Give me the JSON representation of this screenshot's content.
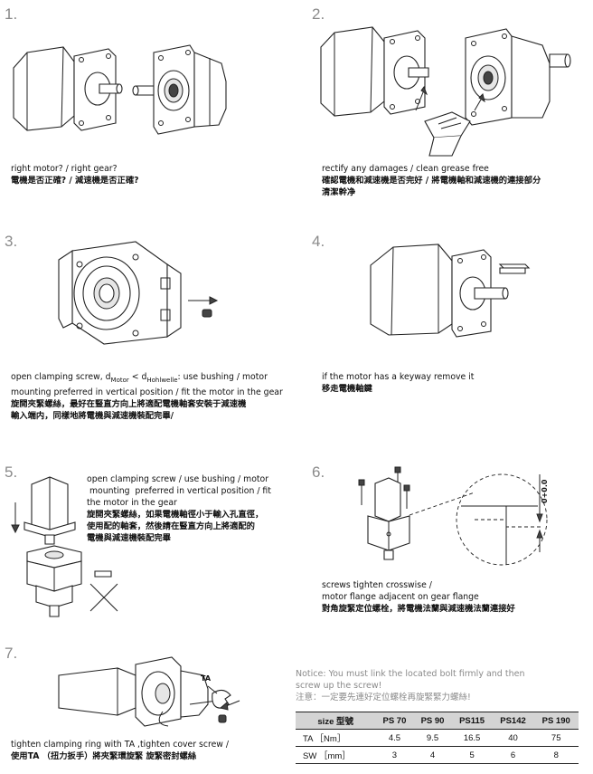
{
  "steps": [
    {
      "number": "1.",
      "lines": [
        "right motor? / right gear?",
        "電機是否正確?  / 減速機是否正確?"
      ]
    },
    {
      "number": "2.",
      "lines": [
        "rectify any damages / clean grease free",
        "確認電機和減速機是否完好 / 將電機軸和減速機的連接部分",
        "清潔幹净"
      ]
    },
    {
      "number": "3.",
      "line1_prefix": "open clamping screw, d",
      "line1_sub1": "Motor",
      "line1_mid": " < d",
      "line1_sub2": "Hohlwelle",
      "line1_suffix": ": use bushing / motor",
      "lines": [
        "mounting preferred in vertical position / fit the motor in the gear",
        "旋開夾緊螺絲，最好在豎直方向上將適配電機軸套安裝于減速機",
        "輸入端内，同樣地將電機與減速機裝配完畢/"
      ]
    },
    {
      "number": "4.",
      "lines": [
        "if the motor has a keyway remove it",
        "移走電機軸鍵"
      ]
    },
    {
      "number": "5.",
      "lines": [
        "open clamping screw / use bushing / motor",
        " mounting  preferred in vertical position / fit",
        "the motor in the gear",
        "旋開夾緊螺絲，如果電機軸徑小于輸入孔直徑，",
        "使用配的軸套，然後請在豎直方向上將適配的",
        "電機與減速機裝配完畢"
      ]
    },
    {
      "number": "6.",
      "lines": [
        "screws tighten crosswise /",
        "motor flange adjacent on gear flange",
        "對角旋緊定位螺栓，將電機法蘭與減速機法蘭連接好"
      ],
      "tolerance_label": "0+0.0"
    },
    {
      "number": "7.",
      "lines": [
        "tighten clamping ring with TA ,tighten cover screw /",
        "使用TA （扭力扳手）將夾緊環旋緊 旋緊密封螺絲"
      ],
      "torque_label": "TA"
    }
  ],
  "notice": {
    "lines": [
      "Notice: You must link the located bolt firmly and then",
      "screw up the screw!",
      "注意：一定要先連好定位螺栓再旋緊緊力螺絲!"
    ]
  },
  "spec_table": {
    "header": [
      "size 型號",
      "PS 70",
      "PS 90",
      "PS115",
      "PS142",
      "PS 190"
    ],
    "rows": [
      [
        "TA  ［Nm］",
        "4.5",
        "9.5",
        "16.5",
        "40",
        "75"
      ],
      [
        "SW ［mm］",
        "3",
        "4",
        "5",
        "6",
        "8"
      ]
    ]
  }
}
